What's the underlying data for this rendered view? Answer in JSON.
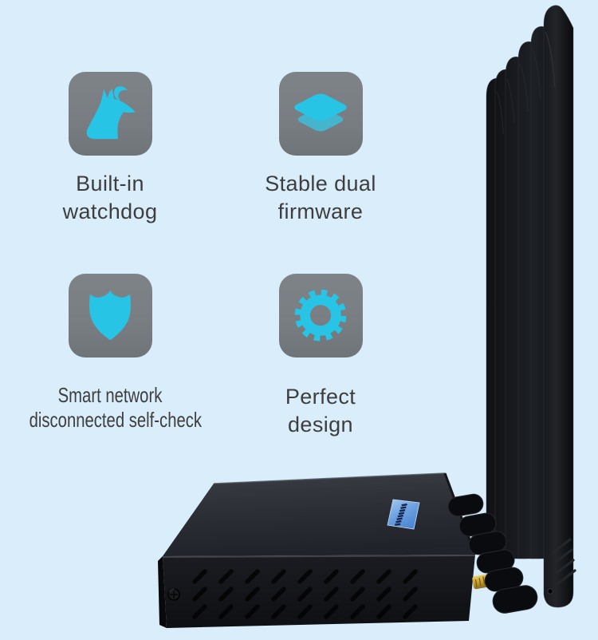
{
  "page": {
    "title": "Router product feature highlights"
  },
  "colors": {
    "background": "#d9edfa",
    "tile_gray": "#797e83",
    "accent_cyan": "#28c4e5",
    "accent_cyan_muted": "#46b4cd",
    "label_text": "#3e3e3e",
    "led_blue": "#5a93d8",
    "connector_gold": "#c9a232"
  },
  "features": [
    {
      "id": "built-in-watchdog",
      "icon": "dog-icon",
      "lines": [
        "Built-in",
        "watchdog"
      ]
    },
    {
      "id": "stable-dual-firmware",
      "icon": "layers-icon",
      "lines": [
        "Stable dual",
        "firmware"
      ]
    },
    {
      "id": "smart-network-self-check",
      "icon": "shield-icon",
      "lines": [
        "Smart network",
        "disconnected self-check"
      ]
    },
    {
      "id": "perfect-design",
      "icon": "gear-icon",
      "lines": [
        "Perfect",
        "design"
      ]
    }
  ],
  "product": {
    "alt": "Black metal wireless router with vented front panel, blue LED status panel and six folded black antennas"
  }
}
